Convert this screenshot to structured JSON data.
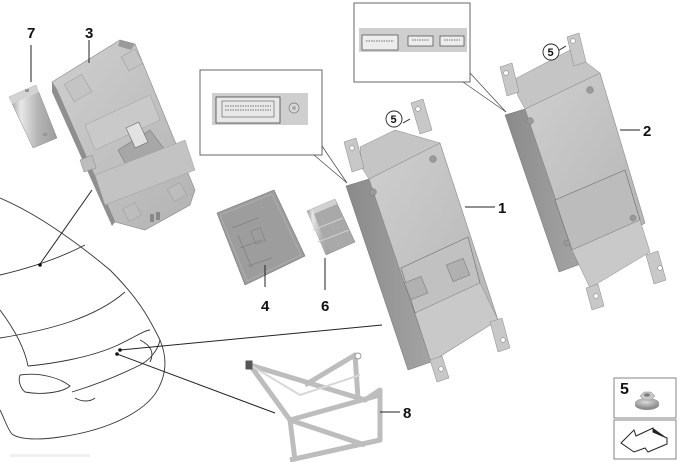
{
  "diagram": {
    "title": "Electronics control units exploded view",
    "callouts": [
      {
        "id": "1",
        "label": "1",
        "part": "control-unit-main"
      },
      {
        "id": "2",
        "label": "2",
        "part": "control-unit-secondary"
      },
      {
        "id": "3",
        "label": "3",
        "part": "control-unit-large"
      },
      {
        "id": "4",
        "label": "4",
        "part": "cover-plate"
      },
      {
        "id": "5",
        "label": "5",
        "part": "flange-nut"
      },
      {
        "id": "6",
        "label": "6",
        "part": "small-module"
      },
      {
        "id": "7",
        "label": "7",
        "part": "small-module-cap"
      },
      {
        "id": "8",
        "label": "8",
        "part": "mounting-bracket"
      }
    ],
    "circled_callouts": [
      {
        "label": "5",
        "target": "control-unit-1"
      },
      {
        "label": "5",
        "target": "control-unit-2"
      }
    ],
    "detail_views": [
      {
        "name": "connector-detail-unit-1",
        "description": "single multi-pin connector with antenna socket"
      },
      {
        "name": "connector-detail-unit-2",
        "description": "three connector row"
      }
    ],
    "legend": {
      "item_label": "5",
      "item_icon": "flange-nut-icon",
      "footer_icon": "arrow-icon"
    },
    "colors": {
      "part_fill": "#b9b9b9",
      "part_dark": "#8e8e8e",
      "part_light": "#d6d6d6",
      "line": "#222222",
      "frame": "#555555"
    }
  }
}
